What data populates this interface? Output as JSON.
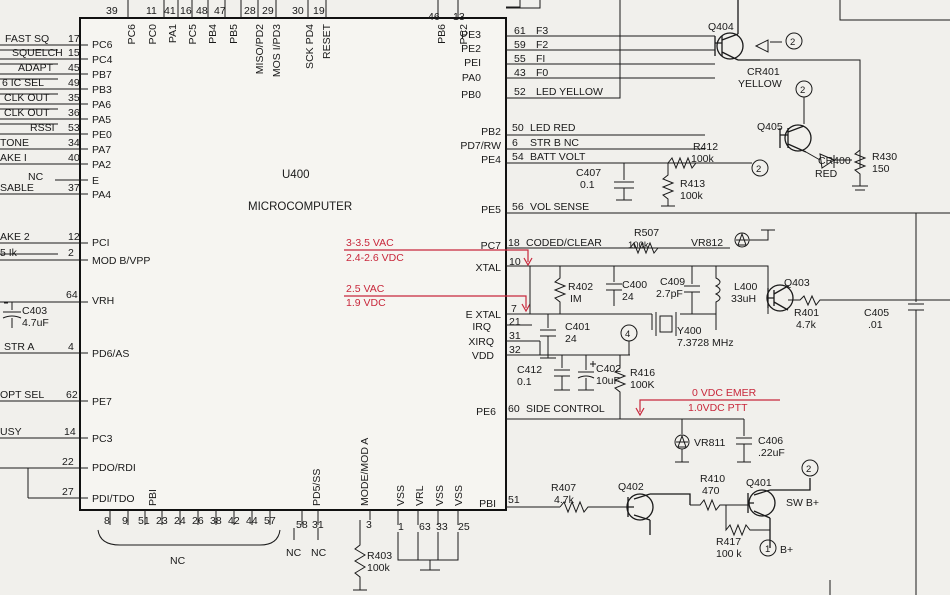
{
  "chip": {
    "designator": "U400",
    "type": "MICROCOMPUTER"
  },
  "top_pin_numbers": [
    "39",
    "11",
    "41",
    "16",
    "48",
    "47",
    "28",
    "29",
    "30",
    "19",
    "46",
    "13"
  ],
  "top_pin_names": [
    "PC6",
    "PC0",
    "PA1",
    "PC5",
    "PB4",
    "PB5",
    "MISO/PD2",
    "MOS I/PD3",
    "SCK PD4",
    "RESET",
    "PB6",
    "PC2"
  ],
  "left_pins": [
    {
      "signal": "FAST SQ",
      "num": "17",
      "name": "PC6"
    },
    {
      "signal": "SQUELCH",
      "num": "15",
      "name": "PC4"
    },
    {
      "signal": "ADAPT",
      "num": "45",
      "name": "PB7"
    },
    {
      "signal": "6 IC SEL",
      "num": "49",
      "name": "PB3"
    },
    {
      "signal": "CLK OUT",
      "num": "35",
      "name": "PA6"
    },
    {
      "signal": "CLK OUT",
      "num": "36",
      "name": "PA5"
    },
    {
      "signal": "RSSI",
      "num": "53",
      "name": "PE0"
    },
    {
      "signal": "TONE",
      "num": "34",
      "name": "PA7"
    },
    {
      "signal": "AKE I",
      "num": "40",
      "name": "PA2"
    },
    {
      "signal": "NC",
      "num": "",
      "name": "E"
    },
    {
      "signal": "SABLE",
      "num": "37",
      "name": "PA4"
    },
    {
      "signal": "AKE 2",
      "num": "12",
      "name": "PCI"
    },
    {
      "signal": "5 Ik",
      "num": "2",
      "name": "MOD B/VPP"
    },
    {
      "signal": "",
      "num": "64",
      "name": "VRH"
    },
    {
      "signal": "STR A",
      "num": "4",
      "name": "PD6/AS"
    },
    {
      "signal": "OPT SEL",
      "num": "62",
      "name": "PE7"
    },
    {
      "signal": "USY",
      "num": "14",
      "name": "PC3"
    },
    {
      "signal": "",
      "num": "22",
      "name": "PDO/RDI"
    },
    {
      "signal": "",
      "num": "27",
      "name": "PDI/TDO"
    }
  ],
  "right_pins": [
    {
      "name": "PE3",
      "num": "61",
      "signal": "F3"
    },
    {
      "name": "PE2",
      "num": "59",
      "signal": "F2"
    },
    {
      "name": "PEI",
      "num": "55",
      "signal": "FI"
    },
    {
      "name": "PA0",
      "num": "43",
      "signal": "F0"
    },
    {
      "name": "PB0",
      "num": "52",
      "signal": "LED YELLOW"
    },
    {
      "name": "PB2",
      "num": "50",
      "signal": "LED RED"
    },
    {
      "name": "PD7/RW",
      "num": "6",
      "signal": "STR B NC"
    },
    {
      "name": "PE4",
      "num": "54",
      "signal": "BATT VOLT"
    },
    {
      "name": "PE5",
      "num": "56",
      "signal": "VOL SENSE"
    },
    {
      "name": "PC7",
      "num": "18",
      "signal": "CODED/CLEAR"
    },
    {
      "name": "XTAL",
      "num": "10",
      "signal": ""
    },
    {
      "name": "E XTAL",
      "num": "7",
      "signal": ""
    },
    {
      "name": "IRQ",
      "num": "21",
      "signal": ""
    },
    {
      "name": "XIRQ",
      "num": "31",
      "signal": ""
    },
    {
      "name": "VDD",
      "num": "32",
      "signal": ""
    },
    {
      "name": "PE6",
      "num": "60",
      "signal": "SIDE CONTROL"
    },
    {
      "name": "PBI",
      "num": "51",
      "signal": ""
    }
  ],
  "bottom_pin_numbers": [
    "8",
    "9",
    "51",
    "23",
    "24",
    "26",
    "38",
    "42",
    "44",
    "57",
    "58",
    "31",
    "3",
    "1",
    "63",
    "33",
    "25"
  ],
  "bottom_pin_names": [
    "PBI",
    "PD5/SS",
    "MODE/MOD A",
    "VSS",
    "VRL",
    "VSS",
    "VSS"
  ],
  "nc_labels": [
    "NC",
    "NC",
    "NC"
  ],
  "voltages": {
    "xtal_1": "3-3.5 VAC",
    "xtal_2": "2.4-2.6 VDC",
    "extal_1": "2.5 VAC",
    "extal_2": "1.9 VDC",
    "pe6_1": "0 VDC EMER",
    "pe6_2": "1.0VDC PTT"
  },
  "components": {
    "q404": "Q404",
    "cr401": "CR401",
    "yellow": "YELLOW",
    "q405": "Q405",
    "cr400": "CR400",
    "red": "RED",
    "r430": "R430",
    "r430_val": "150",
    "r412": "R412",
    "r412_val": "100k",
    "r413": "R413",
    "r413_val": "100k",
    "c407": "C407",
    "c407_val": "0.1",
    "r507": "R507",
    "r507_val": "100k",
    "vr812": "VR812",
    "r402": "R402",
    "r402_val": "IM",
    "c400": "C400",
    "c400_val": "24",
    "c409": "C409",
    "c409_val": "2.7pF",
    "l400": "L400",
    "l400_val": "33uH",
    "q403": "Q403",
    "r401": "R401",
    "r401_val": "4.7k",
    "c405": "C405",
    "c405_val": ".01",
    "c401": "C401",
    "c401_val": "24",
    "y400": "Y400",
    "y400_val": "7.3728 MHz",
    "c412": "C412",
    "c412_val": "0.1",
    "c402": "C402",
    "c402_val": "10uF",
    "r416": "R416",
    "r416_val": "100K",
    "vr811": "VR811",
    "c406": "C406",
    "c406_val": ".22uF",
    "r407": "R407",
    "r407_val": "4.7k",
    "q402": "Q402",
    "r410": "R410",
    "r410_val": "470",
    "q401": "Q401",
    "swb": "SW B+",
    "r417": "R417",
    "r417_val": "100 k",
    "bplus": "B+",
    "r403": "R403",
    "r403_val": "100k",
    "c403": "C403",
    "c403_val": "4.7uF"
  },
  "node_markers": [
    "2",
    "2",
    "2",
    "2",
    "4",
    "1"
  ],
  "colors": {
    "annotation": "#c8283c",
    "ink": "#1a1a1a",
    "paper": "#f1f0ec"
  }
}
